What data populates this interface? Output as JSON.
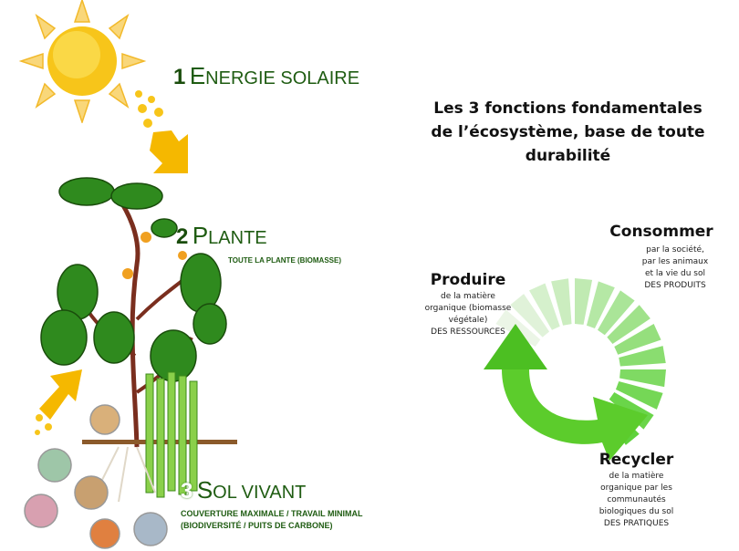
{
  "left": {
    "step1": {
      "number": "1",
      "label_first": "E",
      "label_rest": "NERGIE SOLAIRE"
    },
    "step2": {
      "number": "2",
      "label_first": "P",
      "label_rest": "LANTE",
      "sub": "Toute la plante (biomasse)"
    },
    "step3": {
      "number": "3",
      "label_first": "S",
      "label_rest": "OL VIVANT",
      "sub1": "Couverture maximale / Travail minimal",
      "sub2": "(Biodiversité / puits de carbone)"
    }
  },
  "right": {
    "title": "Les 3 fonctions fondamentales de l’écosystème, base de toute durabilité",
    "produire": {
      "head": "Produire",
      "lines": [
        "de la matière",
        "organique (biomasse",
        "végétale)",
        "DES RESSOURCES"
      ]
    },
    "consommer": {
      "head": "Consommer",
      "lines": [
        "par la société,",
        "par les animaux",
        "et la vie du sol",
        "DES PRODUITS"
      ]
    },
    "recycler": {
      "head": "Recycler",
      "lines": [
        "de la matière",
        "organique par les",
        "communautés",
        "biologiques du sol",
        "DES PRATIQUES"
      ]
    }
  },
  "colors": {
    "sun": "#f7c51a",
    "text_green": "#1f5c12",
    "leaf": "#2f8a1e",
    "cycle_green": "#66d03a"
  }
}
